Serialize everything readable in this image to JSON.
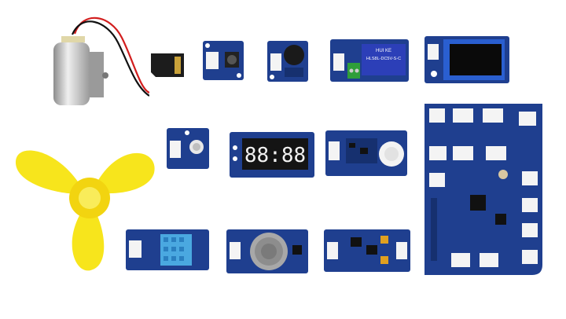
{
  "colors": {
    "board": "#1f3f8f",
    "board_dark": "#16306f",
    "connector": "#f4f4f4",
    "fan": "#f7e51c",
    "motor_metal": "#c9c9c9",
    "wire_red": "#d21e1e",
    "display_bg": "#141414",
    "display_segment": "#f2f2f2",
    "sensor_blue": "#4aa8e0",
    "relay_blue": "#2c3fb8",
    "terminal_green": "#2f9e3a",
    "gas_metal": "#a8a8a8"
  },
  "components": {
    "dc_motor": {
      "icon": "dc-motor-icon"
    },
    "sd_card": {
      "icon": "microsd-card-icon"
    },
    "button_module": {
      "icon": "grove-button-icon"
    },
    "buzzer_module": {
      "icon": "grove-buzzer-icon"
    },
    "relay_module": {
      "icon": "grove-relay-icon",
      "relay_text": "HLS8L-DC5V-S-C",
      "brand_text": "HUI KE"
    },
    "oled_module": {
      "icon": "grove-oled-icon"
    },
    "fan_propeller": {
      "icon": "fan-propeller-icon"
    },
    "led_module": {
      "icon": "grove-led-icon"
    },
    "display_module": {
      "icon": "4-digit-display-icon",
      "digits": "88:88"
    },
    "pir_module": {
      "icon": "grove-pir-sensor-icon"
    },
    "shield_board": {
      "icon": "grove-base-shield-icon"
    },
    "dht_module": {
      "icon": "grove-temp-humidity-icon"
    },
    "gas_module": {
      "icon": "grove-gas-sensor-icon"
    },
    "motor_driver_module": {
      "icon": "grove-motor-driver-icon"
    }
  }
}
